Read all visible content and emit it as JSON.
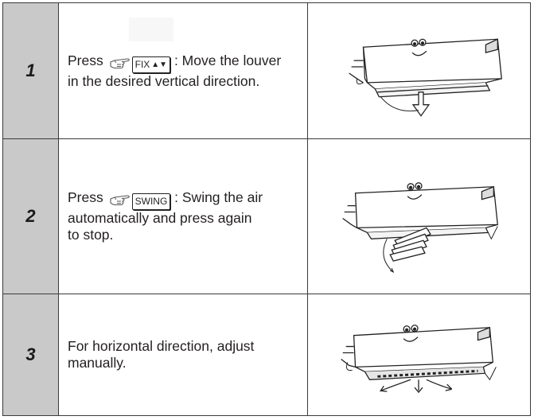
{
  "rows": [
    {
      "number": "1",
      "text_prefix": "Press",
      "button_label": "FIX",
      "button_arrows": "▲▼",
      "text_suffix": ": Move the louver",
      "text_line2": "in the desired vertical direction."
    },
    {
      "number": "2",
      "text_prefix": "Press",
      "button_label": "SWING",
      "text_suffix": ": Swing the air",
      "text_line2": "automatically and press again",
      "text_line3": "to stop."
    },
    {
      "number": "3",
      "text_line1": "For horizontal direction, adjust",
      "text_line2": "manually."
    }
  ],
  "icons": {
    "hand": "pointing-hand-icon",
    "unit": "air-conditioner-unit-illustration"
  }
}
